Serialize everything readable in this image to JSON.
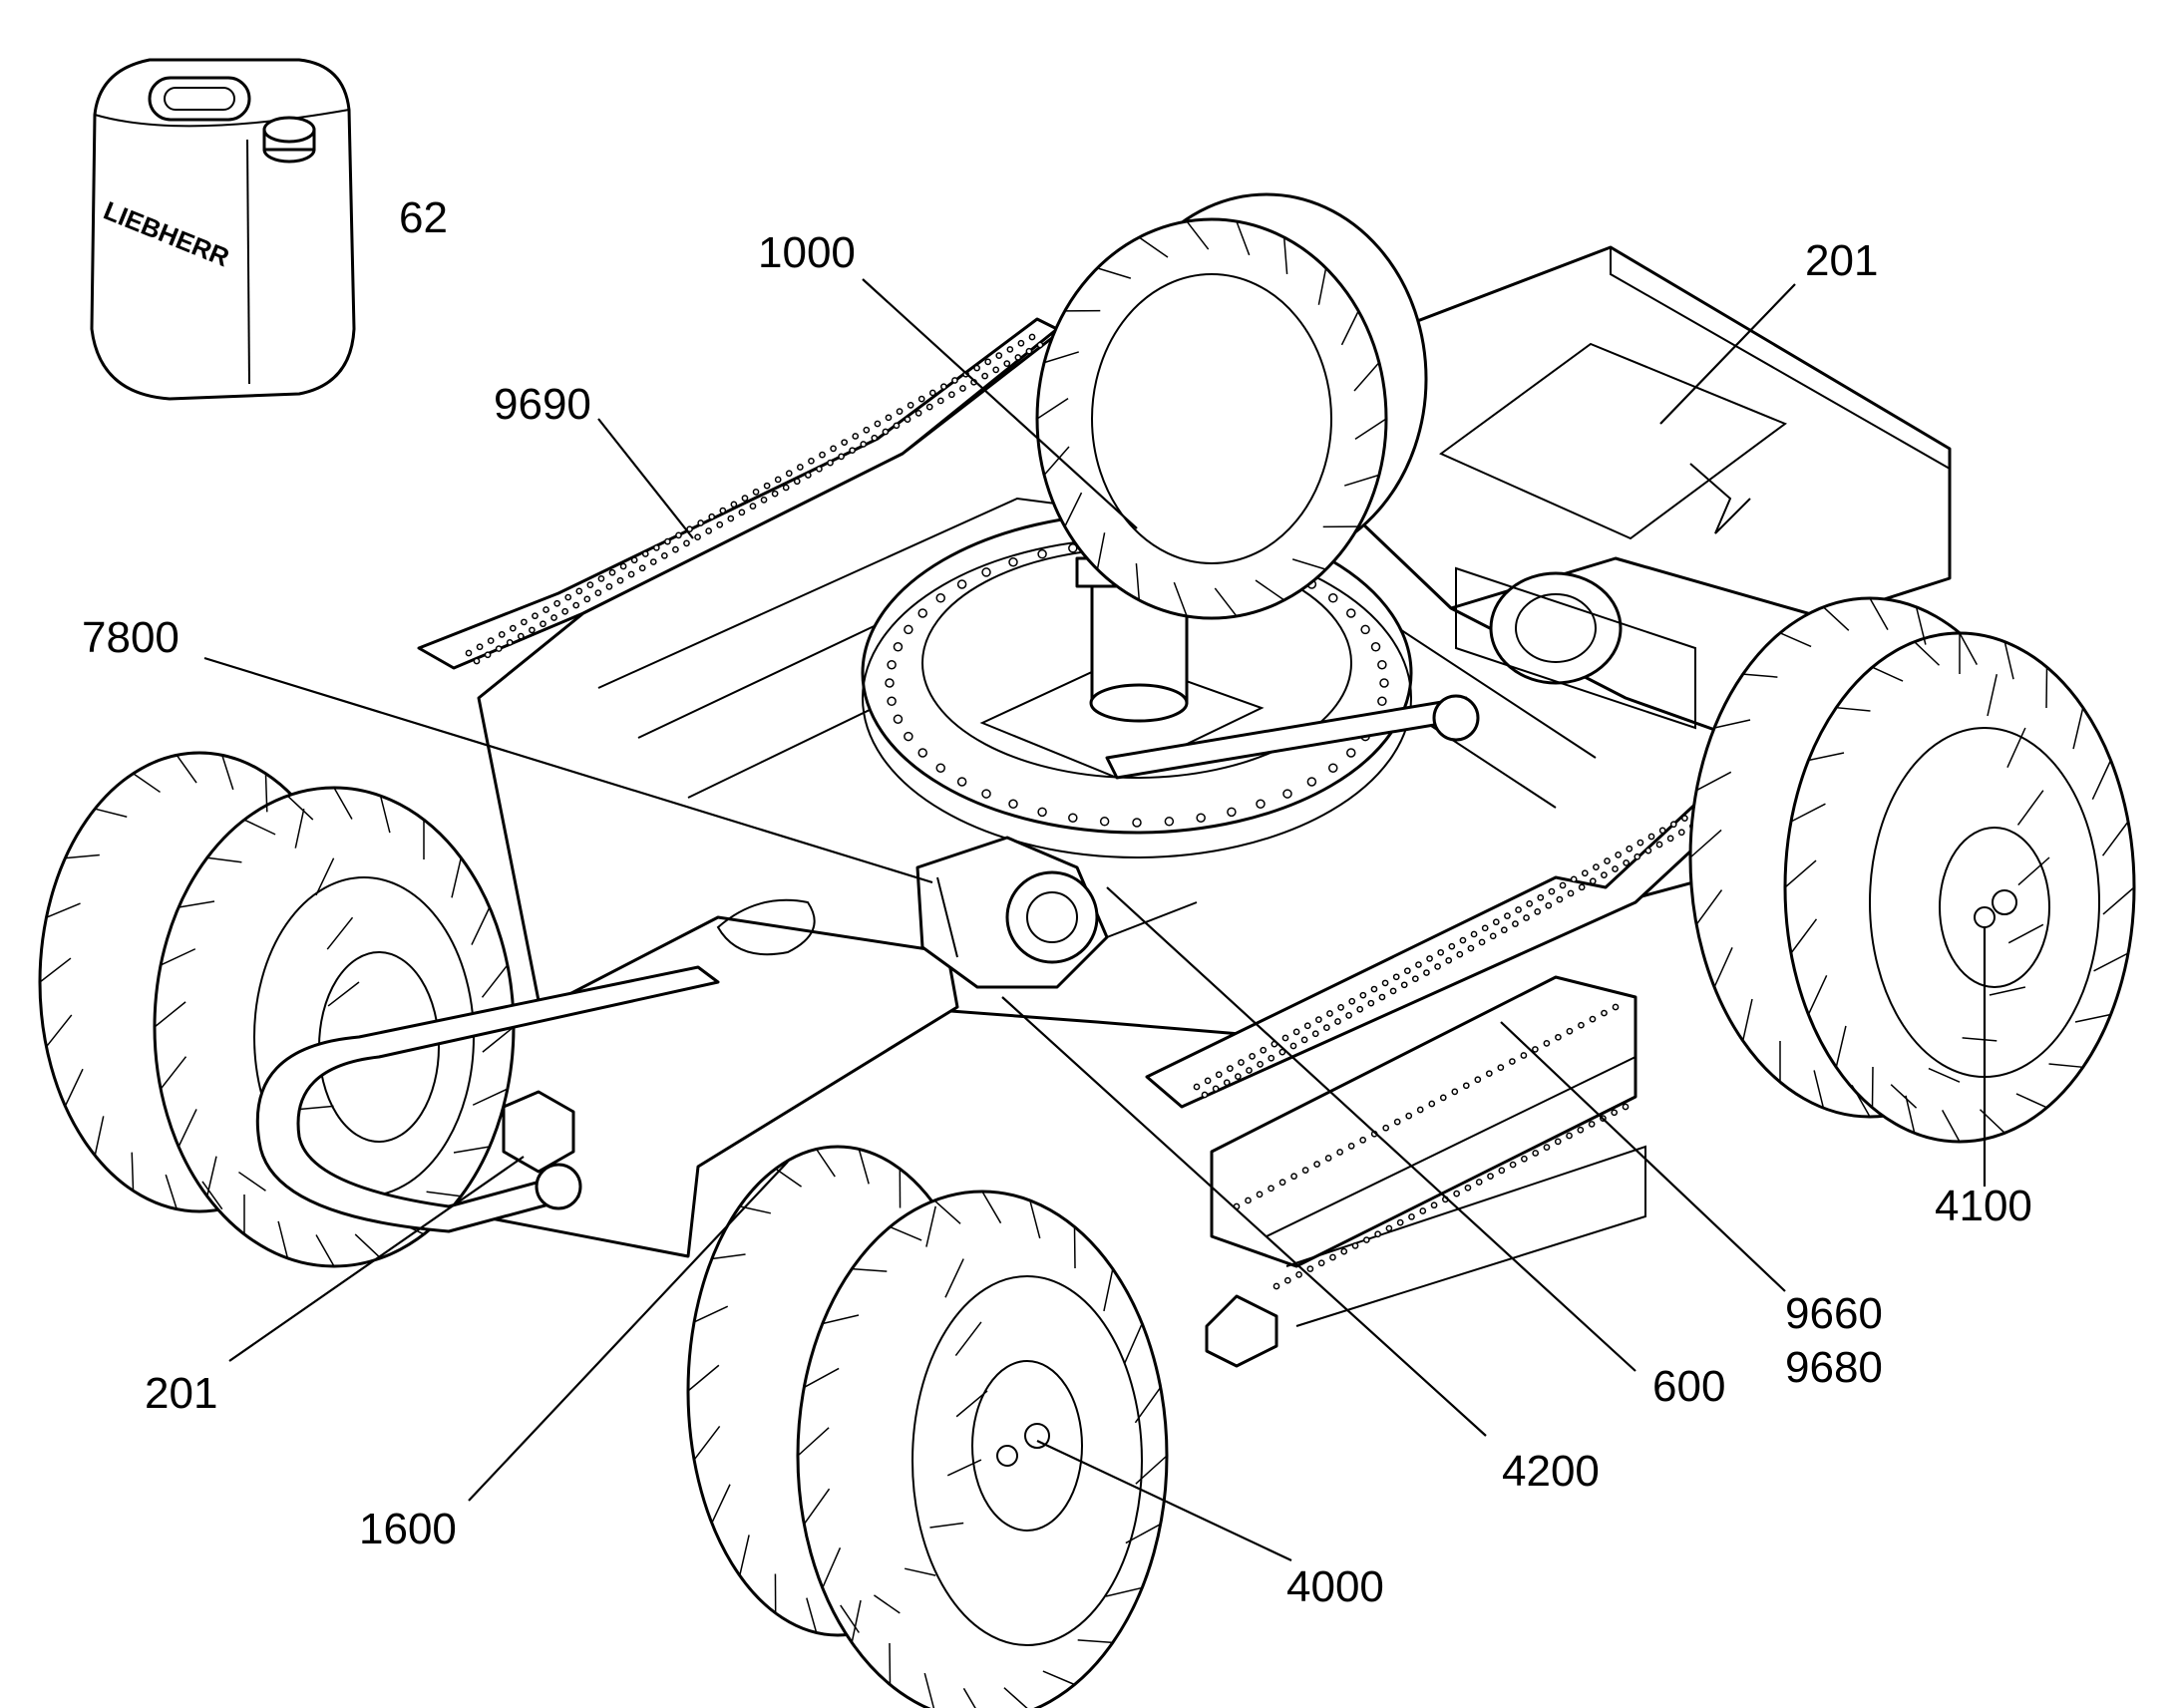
{
  "canister": {
    "brand": "LIEBHERR"
  },
  "callouts": [
    {
      "id": "c62",
      "text": "62"
    },
    {
      "id": "c1000",
      "text": "1000"
    },
    {
      "id": "c201top",
      "text": "201"
    },
    {
      "id": "c9690",
      "text": "9690"
    },
    {
      "id": "c7800",
      "text": "7800"
    },
    {
      "id": "c4100",
      "text": "4100"
    },
    {
      "id": "c9660",
      "text": "9660"
    },
    {
      "id": "c9680",
      "text": "9680"
    },
    {
      "id": "c600",
      "text": "600"
    },
    {
      "id": "c201bot",
      "text": "201"
    },
    {
      "id": "c4200",
      "text": "4200"
    },
    {
      "id": "c1600",
      "text": "1600"
    },
    {
      "id": "c4000",
      "text": "4000"
    }
  ]
}
